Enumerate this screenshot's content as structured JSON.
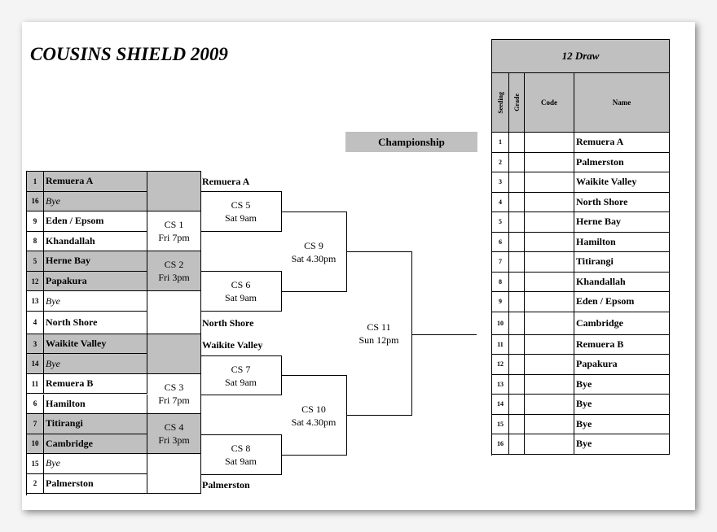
{
  "title": "COUSINS SHIELD 2009",
  "section": "Championship",
  "first_round": [
    {
      "seed": "1",
      "name": "Remuera A",
      "bye": false,
      "shade": true
    },
    {
      "seed": "16",
      "name": "Bye",
      "bye": true,
      "shade": true
    },
    {
      "seed": "9",
      "name": "Eden / Epsom",
      "bye": false,
      "shade": false
    },
    {
      "seed": "8",
      "name": "Khandallah",
      "bye": false,
      "shade": false
    },
    {
      "seed": "5",
      "name": "Herne Bay",
      "bye": false,
      "shade": true
    },
    {
      "seed": "12",
      "name": "Papakura",
      "bye": false,
      "shade": true
    },
    {
      "seed": "13",
      "name": "Bye",
      "bye": true,
      "shade": false
    },
    {
      "seed": "4",
      "name": "North Shore",
      "bye": false,
      "shade": false
    },
    {
      "seed": "3",
      "name": "Waikite Valley",
      "bye": false,
      "shade": true
    },
    {
      "seed": "14",
      "name": "Bye",
      "bye": true,
      "shade": true
    },
    {
      "seed": "11",
      "name": "Remuera B",
      "bye": false,
      "shade": false
    },
    {
      "seed": "6",
      "name": "Hamilton",
      "bye": false,
      "shade": false
    },
    {
      "seed": "7",
      "name": "Titirangi",
      "bye": false,
      "shade": true
    },
    {
      "seed": "10",
      "name": "Cambridge",
      "bye": false,
      "shade": true
    },
    {
      "seed": "15",
      "name": "Bye",
      "bye": true,
      "shade": false
    },
    {
      "seed": "2",
      "name": "Palmerston",
      "bye": false,
      "shade": false
    }
  ],
  "first_round_matches": [
    {
      "code": "",
      "time": "",
      "shade": true
    },
    {
      "code": "CS 1",
      "time": "Fri 7pm",
      "shade": false
    },
    {
      "code": "CS 2",
      "time": "Fri 3pm",
      "shade": true
    },
    {
      "code": "",
      "time": "",
      "shade": false
    },
    {
      "code": "",
      "time": "",
      "shade": true
    },
    {
      "code": "CS 3",
      "time": "Fri 7pm",
      "shade": false
    },
    {
      "code": "CS 4",
      "time": "Fri 3pm",
      "shade": true
    },
    {
      "code": "",
      "time": "",
      "shade": false
    }
  ],
  "advanced": [
    "Remuera A",
    "North Shore",
    "Waikite Valley",
    "Palmerston"
  ],
  "matches": {
    "cs5": {
      "code": "CS 5",
      "time": "Sat 9am"
    },
    "cs6": {
      "code": "CS 6",
      "time": "Sat 9am"
    },
    "cs7": {
      "code": "CS 7",
      "time": "Sat 9am"
    },
    "cs8": {
      "code": "CS 8",
      "time": "Sat 9am"
    },
    "cs9": {
      "code": "CS 9",
      "time": "Sat 4.30pm"
    },
    "cs10": {
      "code": "CS 10",
      "time": "Sat 4.30pm"
    },
    "cs11": {
      "code": "CS 11",
      "time": "Sun 12pm"
    }
  },
  "draw": {
    "title": "12 Draw",
    "headers": [
      "Seeding",
      "Grade",
      "Code",
      "Name"
    ],
    "rows": [
      {
        "seed": "1",
        "name": "Remuera A"
      },
      {
        "seed": "2",
        "name": "Palmerston"
      },
      {
        "seed": "3",
        "name": "Waikite Valley"
      },
      {
        "seed": "4",
        "name": "North Shore"
      },
      {
        "seed": "5",
        "name": "Herne Bay"
      },
      {
        "seed": "6",
        "name": "Hamilton"
      },
      {
        "seed": "7",
        "name": "Titirangi"
      },
      {
        "seed": "8",
        "name": "Khandallah"
      },
      {
        "seed": "9",
        "name": "Eden / Epsom"
      },
      {
        "seed": "10",
        "name": "Cambridge"
      },
      {
        "seed": "11",
        "name": "Remuera B"
      },
      {
        "seed": "12",
        "name": "Papakura"
      },
      {
        "seed": "13",
        "name": "Bye"
      },
      {
        "seed": "14",
        "name": "Bye"
      },
      {
        "seed": "15",
        "name": "Bye"
      },
      {
        "seed": "16",
        "name": "Bye"
      }
    ]
  }
}
